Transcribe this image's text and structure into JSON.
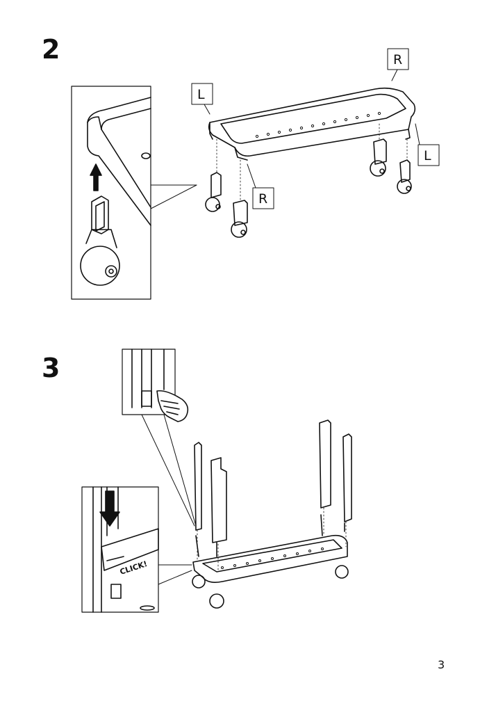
{
  "steps": [
    {
      "number": "2"
    },
    {
      "number": "3"
    }
  ],
  "labels": {
    "left": "L",
    "right": "R"
  },
  "click_text": "CLICK!",
  "page_number": "3"
}
